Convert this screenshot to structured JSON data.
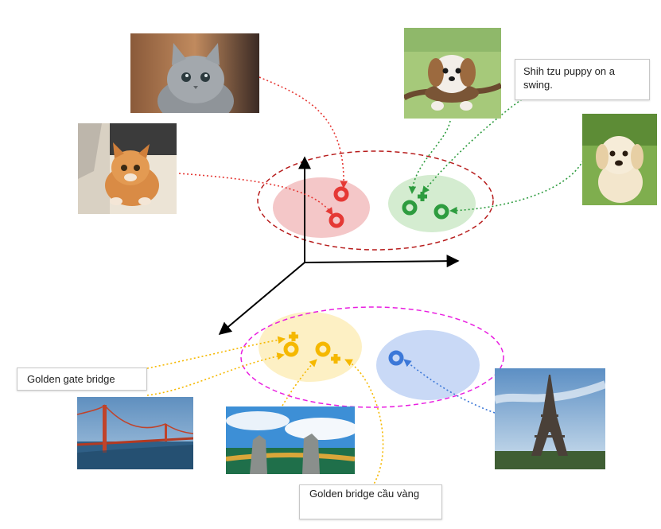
{
  "captions": {
    "shih_tzu": "Shih tzu puppy on a swing.",
    "golden_gate": "Golden gate bridge",
    "golden_bridge": "Golden bridge cầu vàng"
  },
  "images": [
    {
      "id": "cat-grey",
      "subject": "grey kitten"
    },
    {
      "id": "cat-orange",
      "subject": "orange tabby kitten on a pillow"
    },
    {
      "id": "dog-shihtzu",
      "subject": "shih tzu puppy on a swing"
    },
    {
      "id": "dog-lab",
      "subject": "labrador puppy on grass"
    },
    {
      "id": "golden-gate",
      "subject": "golden gate bridge"
    },
    {
      "id": "golden-bridge",
      "subject": "golden bridge held by stone hands"
    },
    {
      "id": "eiffel",
      "subject": "eiffel tower"
    }
  ],
  "colors": {
    "cat_cluster": "#f4c7c8",
    "cat_point": "#e53935",
    "dog_cluster": "#d4ecd0",
    "dog_point": "#2e9c3f",
    "bridge_cluster": "#fdf0c4",
    "bridge_point": "#f5b800",
    "eiffel_cluster": "#c9d9f6",
    "eiffel_point": "#3c78d8",
    "animals_group": "#b71c1c",
    "landmarks_group": "#e91ee0",
    "axes": "#000000"
  }
}
